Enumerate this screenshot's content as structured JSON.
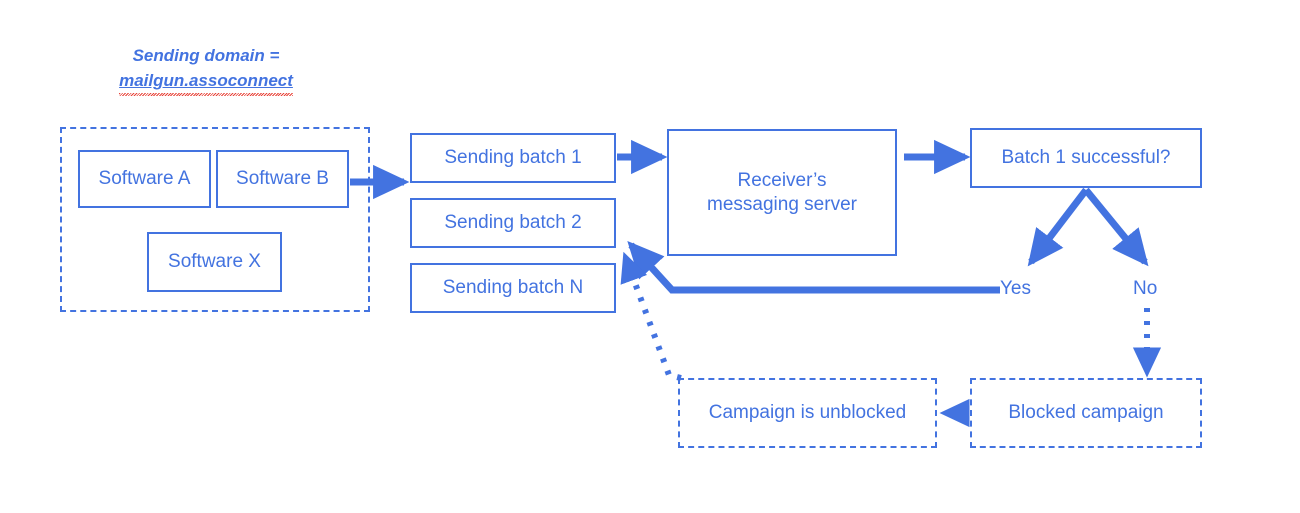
{
  "theme": {
    "accent": "#4373e0",
    "background": "#ffffff",
    "spellcheck_underline": "#e8443a"
  },
  "title": {
    "line1": "Sending domain =",
    "line2": "mailgun.assoconnect"
  },
  "sending_domain_group": {
    "name": "sending-domain-container",
    "style": "dashed",
    "items": [
      {
        "label": "Software A"
      },
      {
        "label": "Software B"
      },
      {
        "label": "Software X"
      }
    ]
  },
  "batches": [
    {
      "label": "Sending batch 1"
    },
    {
      "label": "Sending batch 2"
    },
    {
      "label": "Sending batch N"
    }
  ],
  "server": {
    "label": "Receiver’s\nmessaging server",
    "line1": "Receiver’s",
    "line2": "messaging server"
  },
  "decision": {
    "label": "Batch 1 successful?",
    "branches": [
      {
        "label": "Yes"
      },
      {
        "label": "No"
      }
    ]
  },
  "outcomes": [
    {
      "label": "Campaign is unblocked",
      "style": "dashed"
    },
    {
      "label": "Blocked campaign",
      "style": "dashed"
    }
  ],
  "connectors": [
    {
      "name": "software-to-batches",
      "style": "solid",
      "from": "Software B",
      "to": "Sending batch 1"
    },
    {
      "name": "batch1-to-server",
      "style": "solid",
      "from": "Sending batch 1",
      "to": "Receiver's messaging server"
    },
    {
      "name": "server-to-decision",
      "style": "solid",
      "from": "Receiver's messaging server",
      "to": "Batch 1 successful?"
    },
    {
      "name": "decision-to-yes",
      "style": "solid",
      "from": "Batch 1 successful?",
      "to": "Yes"
    },
    {
      "name": "decision-to-no",
      "style": "solid",
      "from": "Batch 1 successful?",
      "to": "No"
    },
    {
      "name": "yes-to-next-batch",
      "style": "solid",
      "from": "Yes",
      "to": "Sending batch 2"
    },
    {
      "name": "no-to-blocked-campaign",
      "style": "dotted",
      "from": "No",
      "to": "Blocked campaign"
    },
    {
      "name": "blocked-to-unblocked",
      "style": "dotted",
      "from": "Blocked campaign",
      "to": "Campaign is unblocked"
    },
    {
      "name": "unblocked-to-next-batch",
      "style": "dotted",
      "from": "Campaign is unblocked",
      "to": "Sending batch 2"
    }
  ]
}
